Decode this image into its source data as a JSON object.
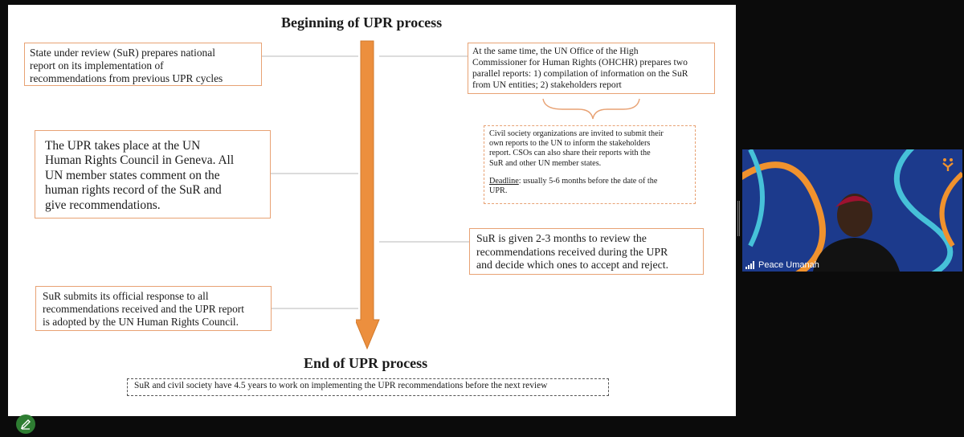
{
  "slide": {
    "title_top": "Beginning of UPR process",
    "title_bottom": "End of UPR process",
    "boxes": {
      "sur_prepares": "State under review (SuR) prepares national\nreport on its implementation of\nrecommendations from previous UPR cycles",
      "ohchr_reports": "At the same time, the UN Office of the High\nCommissioner for Human Rights (OHCHR) prepares two\nparallel reports: 1) compilation of information on the SuR\nfrom UN entities; 2) stakeholders report",
      "cso_invited": "Civil society organizations are invited to submit their\nown reports to the UN to inform the stakeholders\nreport. CSOs can also share their reports with the\nSuR and other UN member states.",
      "deadline_label": "Deadline",
      "deadline_text": ": usually 5-6 months before the date of the\nUPR.",
      "upr_geneva": "The UPR takes place at the UN\nHuman Rights Council in Geneva. All\nUN member states comment on the\nhuman rights record of the SuR and\ngive recommendations.",
      "sur_review": "SuR is given 2-3 months to review the\nrecommendations received during the UPR\nand decide which ones to accept and reject.",
      "sur_submits": "SuR submits its official response to all\nrecommendations received and the UPR report\nis adopted by the UN Human Rights Council.",
      "final_note": "SuR and civil society have 4.5 years to work on implementing the UPR recommendations before the next review"
    },
    "colors": {
      "arrow_fill": "#ec8f3e",
      "box_border": "#e8a274"
    }
  },
  "video": {
    "participant_name": "Peace Umanah",
    "signal_icon": "signal-bars-icon",
    "logo_icon": "brand-logo-icon"
  },
  "toolbar": {
    "edit_icon": "pencil-icon"
  }
}
